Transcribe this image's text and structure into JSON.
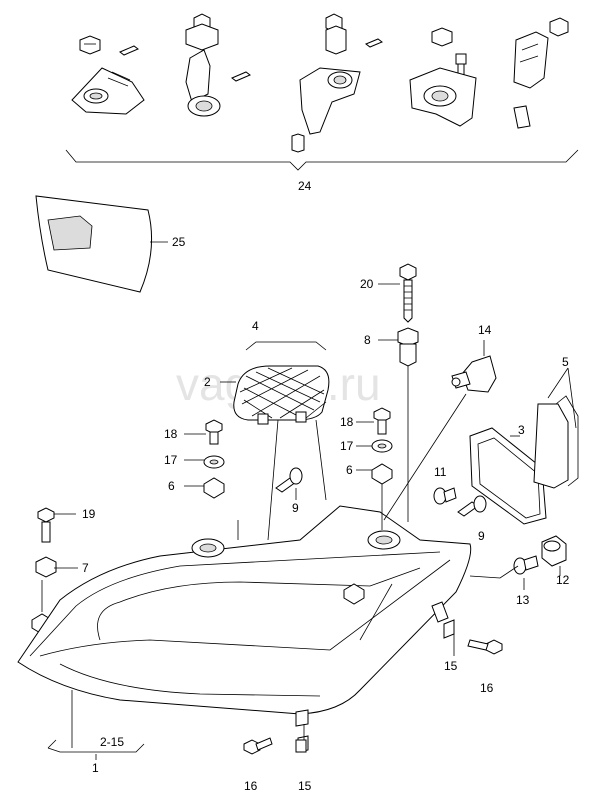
{
  "watermark": "vag-tec.ru",
  "labels": {
    "l24": "24",
    "l25": "25",
    "l20": "20",
    "l4": "4",
    "l2": "2",
    "l8": "8",
    "l14": "14",
    "l5": "5",
    "l3": "3",
    "l18a": "18",
    "l17a": "17",
    "l6a": "6",
    "l18b": "18",
    "l17b": "17",
    "l6b": "6",
    "l9a": "9",
    "l11": "11",
    "l9b": "9",
    "l19": "19",
    "l7": "7",
    "l12": "12",
    "l13": "13",
    "l15a": "15",
    "l16a": "16",
    "l2_15": "2-15",
    "l1": "1",
    "l16b": "16",
    "l15b": "15"
  }
}
